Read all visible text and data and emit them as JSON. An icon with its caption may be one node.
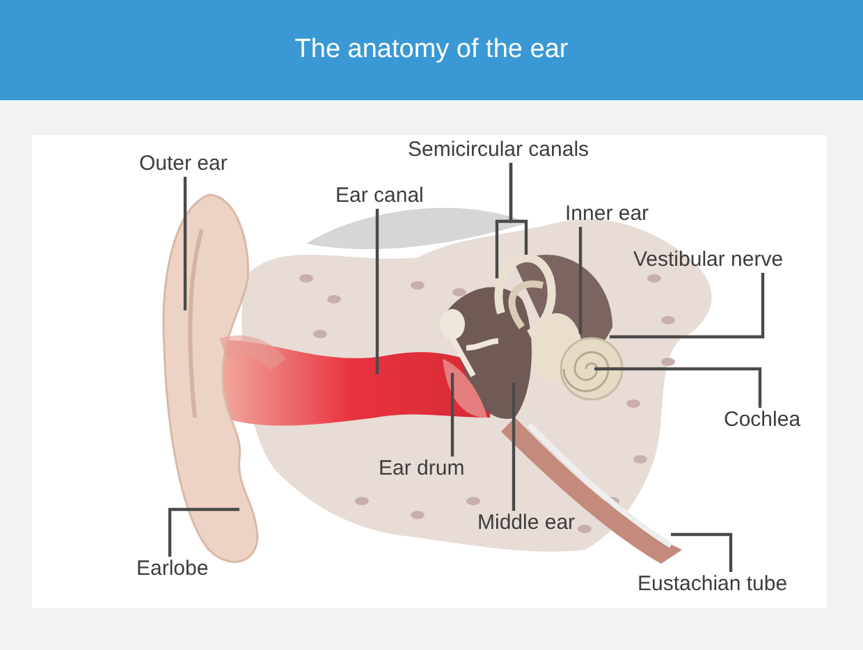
{
  "diagram": {
    "title": "The anatomy of the ear",
    "nodes": [
      {
        "text": [
          "Semicircular canals"
        ]
      },
      {
        "text": [
          "Outer ear"
        ]
      },
      {
        "text": [
          "Ear canal"
        ]
      },
      {
        "text": [
          "Inner ear"
        ]
      },
      {
        "text": [
          "Vestibular nerve"
        ]
      },
      {
        "text": [
          "Cochlea"
        ]
      },
      {
        "text": [
          "Ear drum"
        ]
      },
      {
        "text": [
          "Middle ear"
        ]
      },
      {
        "text": [
          "Earlobe"
        ]
      },
      {
        "text": [
          "Eustachian tube"
        ]
      }
    ],
    "edges": [
      {
        "from": 1,
        "to": null,
        "arrow": "none"
      },
      {
        "from": 2,
        "to": null,
        "arrow": "none"
      },
      {
        "from": 0,
        "to": null,
        "arrow": "none"
      },
      {
        "from": 0,
        "to": null,
        "arrow": "none"
      },
      {
        "from": 3,
        "to": null,
        "arrow": "none"
      },
      {
        "from": 4,
        "to": null,
        "arrow": "none"
      },
      {
        "from": 5,
        "to": null,
        "arrow": "none"
      },
      {
        "from": 6,
        "to": null,
        "arrow": "none"
      },
      {
        "from": 7,
        "to": null,
        "arrow": "none"
      },
      {
        "from": 9,
        "to": null,
        "arrow": "none"
      },
      {
        "from": 8,
        "to": null,
        "arrow": "none"
      }
    ]
  }
}
